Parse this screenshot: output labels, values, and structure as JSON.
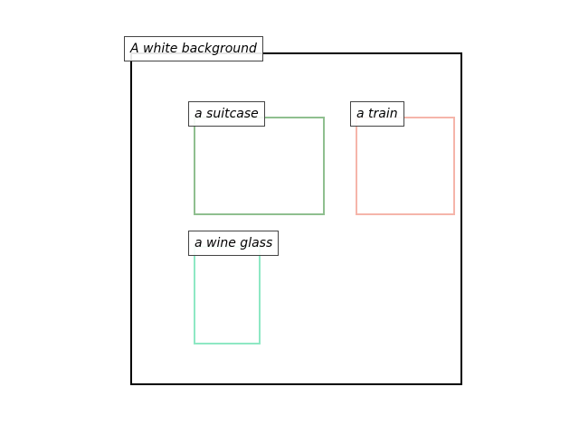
{
  "scene": {
    "background_label": "A white background",
    "objects": [
      {
        "label": "a suitcase",
        "color": "#8fbf8f"
      },
      {
        "label": "a train",
        "color": "#f5b5aa"
      },
      {
        "label": "a wine glass",
        "color": "#8ee8c4"
      }
    ]
  }
}
